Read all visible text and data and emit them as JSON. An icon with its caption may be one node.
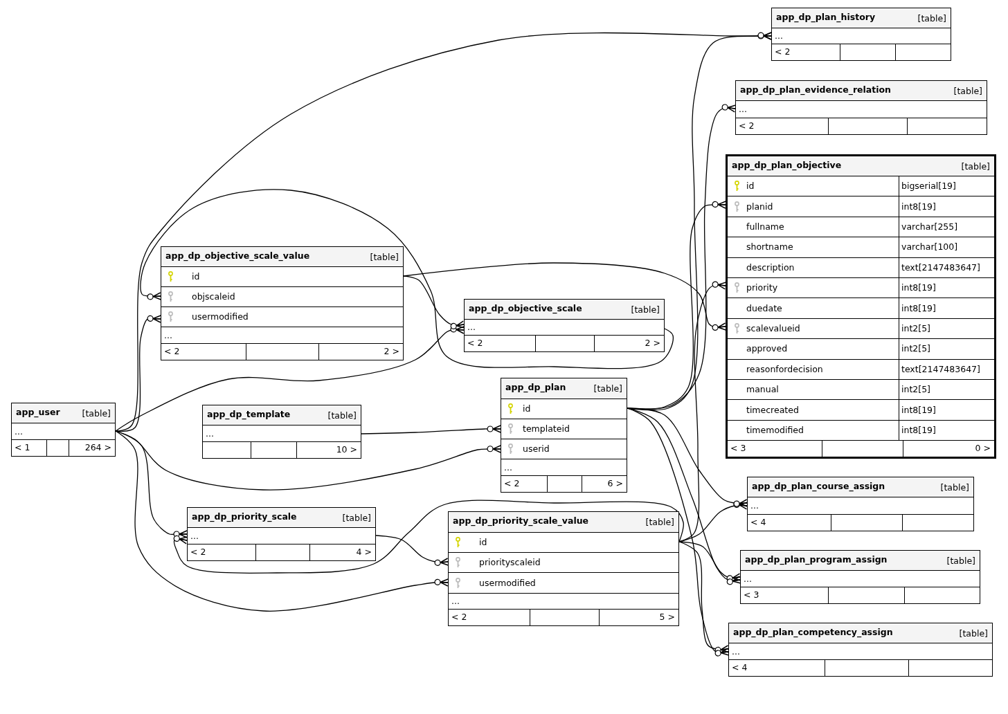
{
  "diagram": {
    "nodes": [
      {
        "text": [
          "app_dp_plan_history",
          "[table]",
          "...",
          "< 2"
        ]
      },
      {
        "text": [
          "app_dp_plan_evidence_relation",
          "[table]",
          "...",
          "< 2"
        ]
      },
      {
        "text": [
          "app_dp_plan_objective",
          "[table]",
          "id",
          "bigserial[19]",
          "planid",
          "int8[19]",
          "fullname",
          "varchar[255]",
          "shortname",
          "varchar[100]",
          "description",
          "text[2147483647]",
          "priority",
          "int8[19]",
          "duedate",
          "int8[19]",
          "scalevalueid",
          "int2[5]",
          "approved",
          "int2[5]",
          "reasonfordecision",
          "text[2147483647]",
          "manual",
          "int2[5]",
          "timecreated",
          "int8[19]",
          "timemodified",
          "int8[19]",
          "< 3",
          "0 >"
        ]
      },
      {
        "text": [
          "app_dp_objective_scale_value",
          "[table]",
          "id",
          "objscaleid",
          "usermodified",
          "...",
          "< 2",
          "2 >"
        ]
      },
      {
        "text": [
          "app_dp_objective_scale",
          "[table]",
          "...",
          "< 2",
          "2 >"
        ]
      },
      {
        "text": [
          "app_user",
          "[table]",
          "...",
          "< 1",
          "264 >"
        ]
      },
      {
        "text": [
          "app_dp_template",
          "[table]",
          "...",
          "10 >"
        ]
      },
      {
        "text": [
          "app_dp_plan",
          "[table]",
          "id",
          "templateid",
          "userid",
          "...",
          "< 2",
          "6 >"
        ]
      },
      {
        "text": [
          "app_dp_plan_course_assign",
          "[table]",
          "...",
          "< 4"
        ]
      },
      {
        "text": [
          "app_dp_priority_scale",
          "[table]",
          "...",
          "< 2",
          "4 >"
        ]
      },
      {
        "text": [
          "app_dp_priority_scale_value",
          "[table]",
          "id",
          "priorityscaleid",
          "usermodified",
          "...",
          "< 2",
          "5 >"
        ]
      },
      {
        "text": [
          "app_dp_plan_program_assign",
          "[table]",
          "...",
          "< 3"
        ]
      },
      {
        "text": [
          "app_dp_plan_competency_assign",
          "[table]",
          "...",
          "< 4"
        ]
      }
    ],
    "edges": [
      {
        "from": 5,
        "to": 0,
        "arrow": "other"
      },
      {
        "from": 5,
        "to": 3,
        "arrow": "other"
      },
      {
        "from": 5,
        "to": 4,
        "arrow": "other"
      },
      {
        "from": 5,
        "to": 7,
        "arrow": "other"
      },
      {
        "from": 5,
        "to": 9,
        "arrow": "other"
      },
      {
        "from": 5,
        "to": 10,
        "arrow": "other"
      },
      {
        "from": 4,
        "to": 3,
        "arrow": "other"
      },
      {
        "from": 3,
        "to": 4,
        "arrow": "other"
      },
      {
        "from": 3,
        "to": 2,
        "arrow": "other"
      },
      {
        "from": 9,
        "to": 10,
        "arrow": "other"
      },
      {
        "from": 10,
        "to": 9,
        "arrow": "other"
      },
      {
        "from": 10,
        "to": 2,
        "arrow": "other"
      },
      {
        "from": 10,
        "to": 8,
        "arrow": "other"
      },
      {
        "from": 10,
        "to": 11,
        "arrow": "other"
      },
      {
        "from": 10,
        "to": 12,
        "arrow": "other"
      },
      {
        "from": 6,
        "to": 7,
        "arrow": "other"
      },
      {
        "from": 7,
        "to": 2,
        "arrow": "other"
      },
      {
        "from": 7,
        "to": 0,
        "arrow": "other"
      },
      {
        "from": 7,
        "to": 1,
        "arrow": "other"
      },
      {
        "from": 7,
        "to": 8,
        "arrow": "other"
      },
      {
        "from": 7,
        "to": 11,
        "arrow": "other"
      },
      {
        "from": 7,
        "to": 12,
        "arrow": "other"
      }
    ]
  }
}
